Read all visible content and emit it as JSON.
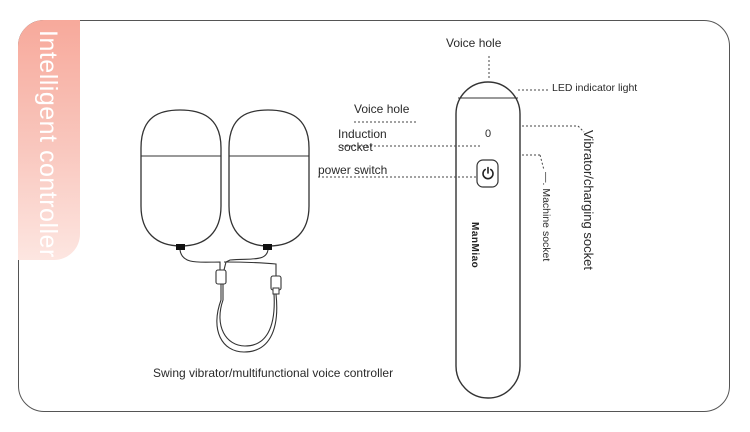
{
  "banner": {
    "title": "Intelligent controller"
  },
  "labels": {
    "voice_hole_top": "Voice hole",
    "led_light": "LED indicator light",
    "voice_hole_left": "Voice hole",
    "induction_line1": "Induction",
    "induction_line2": "socket",
    "induction_value": "0",
    "power_switch": "power switch",
    "vibrator_socket": "Vibrator/charging socket",
    "machine_socket": "—. Machine socket",
    "brand": "ManMiao",
    "caption": "Swing vibrator/multifunctional voice controller"
  },
  "icons": {
    "power": "power-icon"
  }
}
